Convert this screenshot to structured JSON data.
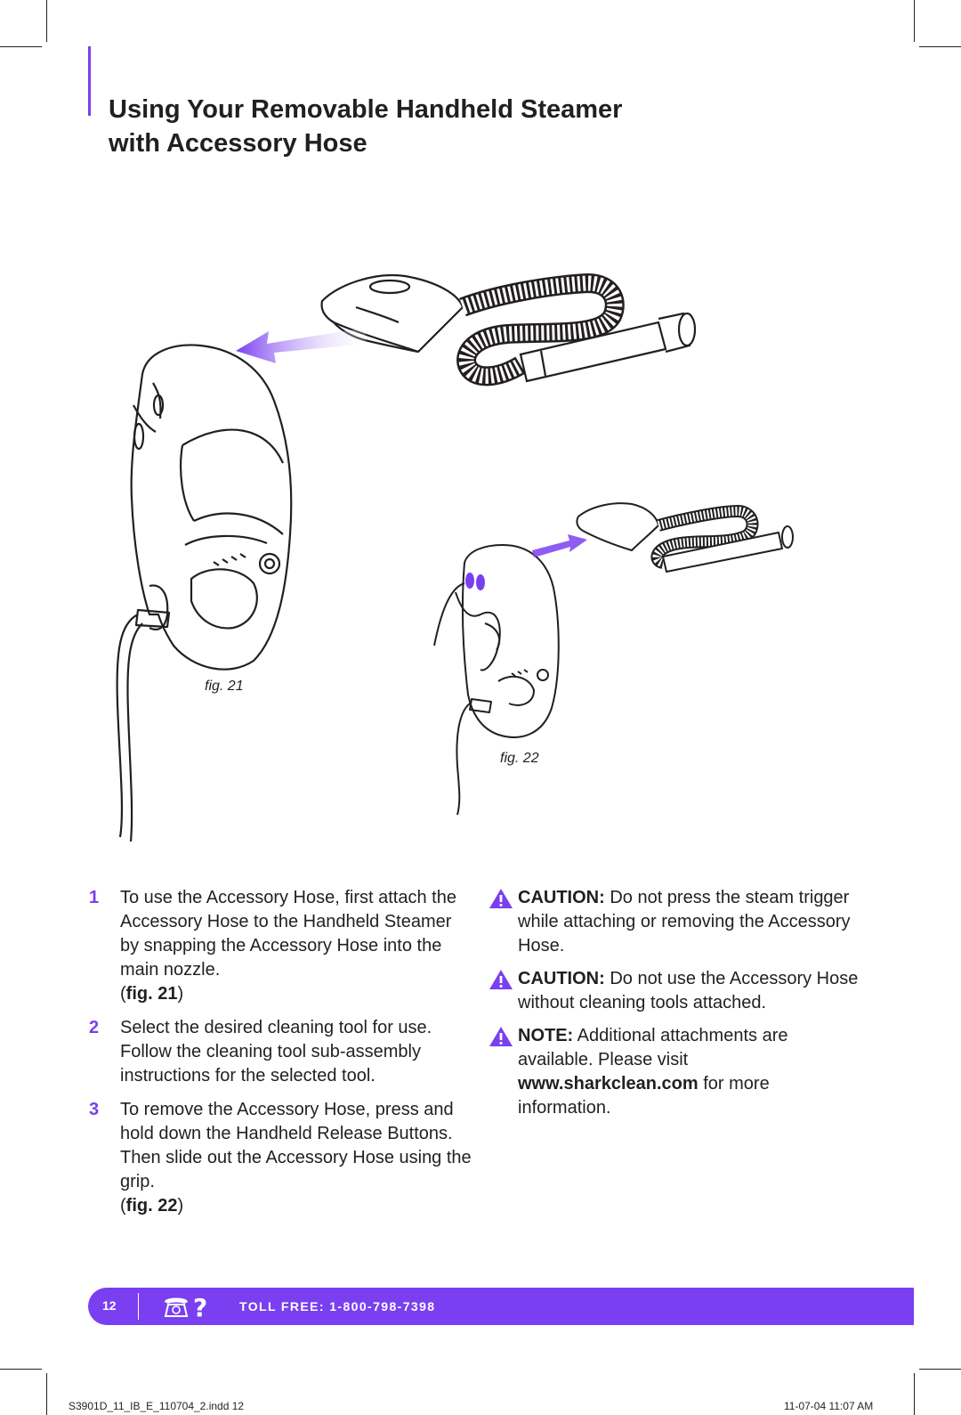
{
  "page": {
    "title_line1": "Using Your Removable Handheld Steamer",
    "title_line2": "with Accessory Hose"
  },
  "figures": {
    "fig21_label": "fig. 21",
    "fig22_label": "fig. 22"
  },
  "steps": [
    {
      "number": "1",
      "text": "To use the Accessory Hose, first attach the Accessory Hose to the Handheld Steamer by snapping the Accessory Hose into the main nozzle.",
      "ref_open": "(",
      "ref": "fig. 21",
      "ref_close": ")"
    },
    {
      "number": "2",
      "text": "Select the desired cleaning tool for use. Follow the cleaning tool sub-assembly instructions for the selected tool."
    },
    {
      "number": "3",
      "text": "To remove the Accessory Hose, press and hold down the Handheld Release Buttons. Then slide out the Accessory Hose using the grip.",
      "ref_open": "(",
      "ref": "fig. 22",
      "ref_close": ")"
    }
  ],
  "notes": [
    {
      "label": "CAUTION:",
      "text": "Do not press the steam trigger while attaching or removing the Accessory Hose."
    },
    {
      "label": "CAUTION:",
      "text": "Do not use the Accessory Hose without cleaning tools attached."
    },
    {
      "label": "NOTE:",
      "text": "Additional attachments are available. Please visit",
      "link": "www.sharkclean.com",
      "text_after": "for more information."
    }
  ],
  "footer": {
    "page_number": "12",
    "toll_free": "TOLL FREE: 1-800-798-7398"
  },
  "slug": {
    "file": "S3901D_11_IB_E_110704_2.indd   12",
    "date": "11-07-04   11:07 AM"
  },
  "colors": {
    "accent": "#7a3ff0",
    "text": "#231f20"
  },
  "icons": [
    "warning-icon",
    "phone-question-icon"
  ]
}
